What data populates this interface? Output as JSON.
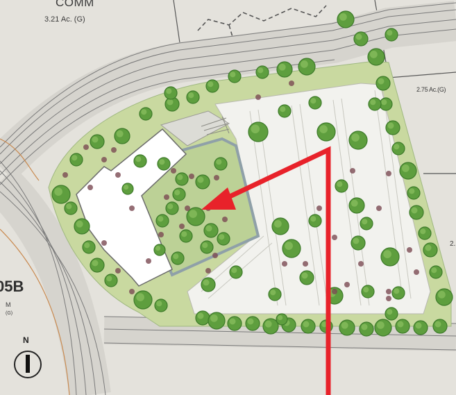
{
  "labels": {
    "parcel_top_name": "COMM",
    "parcel_top_acres": "3.21 Ac. (G)",
    "parcel_right_acres": "2.75 Ac.(G)",
    "parcel_right_edge": "2.",
    "parcel_left_name": "05B",
    "parcel_left_sub1": "M",
    "parcel_left_sub2": "(G)"
  },
  "north_arrow": {
    "letter": "N",
    "icon": "north-arrow-icon"
  },
  "annotation_arrow": {
    "color": "#e8222a",
    "points_to": "courtyard-plaza"
  },
  "colors": {
    "background": "#e4e2dc",
    "landscape": "#c9d9a0",
    "tree": "#5e9e3e",
    "tree_dark": "#3d7a2a",
    "building": "#ffffff",
    "parking": "#f2f2ee",
    "road_lines": "#7a7a7a"
  }
}
